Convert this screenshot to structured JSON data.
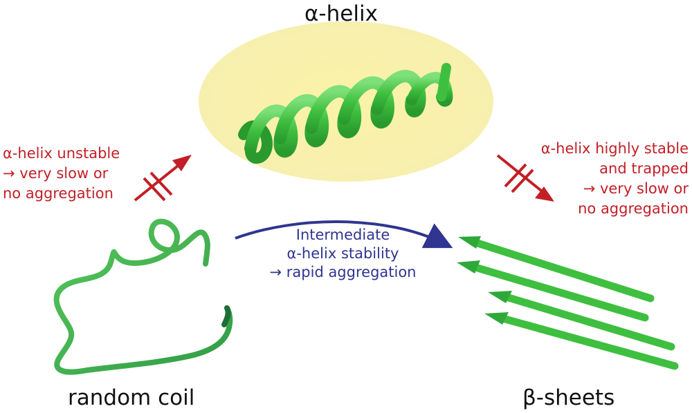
{
  "states": {
    "helix": "α-helix",
    "coil": "random coil",
    "sheets": "β-sheets"
  },
  "annotations": {
    "left": [
      "α-helix unstable",
      "→ very slow or",
      "no aggregation"
    ],
    "right": [
      "α-helix highly stable",
      "and trapped",
      "→ very slow or",
      "no aggregation"
    ],
    "middle": [
      "Intermediate",
      "α-helix stability",
      "→ rapid aggregation"
    ]
  },
  "colors": {
    "red": "#c21f26",
    "blue": "#2f3590",
    "green": "#3fbf3f",
    "helix_background": "#fbf3b0"
  }
}
